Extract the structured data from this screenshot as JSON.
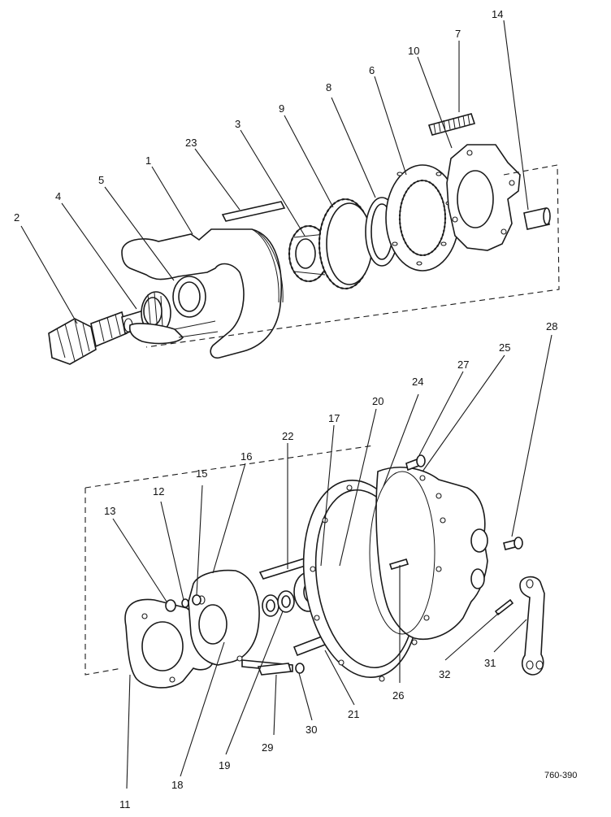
{
  "callouts": [
    "1",
    "2",
    "3",
    "4",
    "5",
    "6",
    "7",
    "8",
    "9",
    "10",
    "11",
    "12",
    "13",
    "14",
    "15",
    "16",
    "17",
    "18",
    "19",
    "20",
    "21",
    "22",
    "23",
    "24",
    "25",
    "26",
    "27",
    "28",
    "29",
    "30",
    "31",
    "32"
  ],
  "drawing_number": "760-390"
}
